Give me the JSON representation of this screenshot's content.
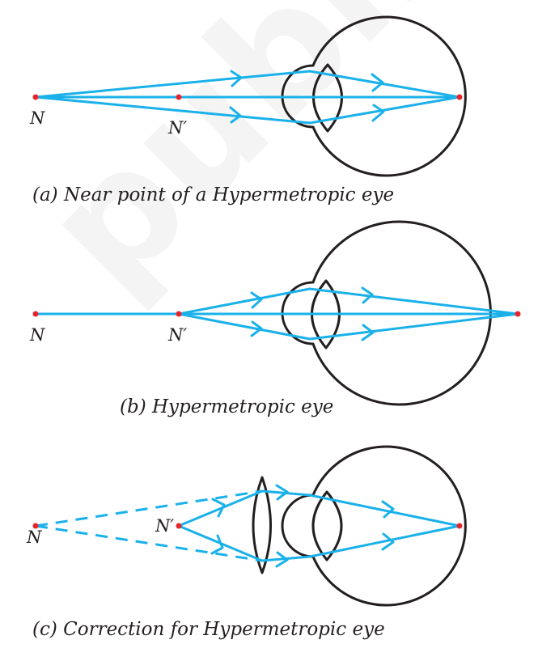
{
  "watermark": {
    "text": "publis"
  },
  "panel_a": {
    "caption": "(a) Near point of a Hypermetropic eye",
    "label_n": "N",
    "label_n_prime": "N′"
  },
  "panel_b": {
    "caption": "(b) Hypermetropic eye",
    "label_n": "N",
    "label_n_prime": "N′"
  },
  "panel_c": {
    "caption": "(c) Correction for Hypermetropic eye",
    "label_n": "N",
    "label_n_prime": "N′"
  },
  "colors": {
    "ray": "#1ab1ea",
    "point": "#e8242b",
    "outline": "#231f20"
  }
}
